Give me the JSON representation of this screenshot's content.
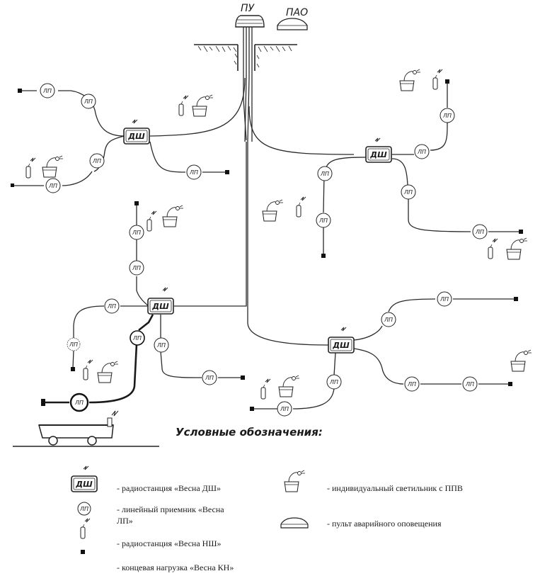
{
  "top": {
    "pu_label": "ПУ",
    "pao_label": "ПАО"
  },
  "nodes": {
    "dsh_label": "ДШ",
    "lp_label": "ЛП"
  },
  "legend": {
    "title": "Условные обозначения:",
    "items": [
      {
        "symbol": "ДШ",
        "text": "- радиостанция «Весна ДШ»"
      },
      {
        "symbol": "ЛП",
        "text_line1": "- линейный приемник «Весна",
        "text_line2": "ЛП»"
      },
      {
        "text": "- радиостанция «Весна НШ»"
      },
      {
        "text": "- концевая нагрузка «Весна КН»"
      },
      {
        "text": "- индивидуальный светильник с ППВ"
      },
      {
        "text": "- пульт аварийного оповещения"
      }
    ]
  }
}
